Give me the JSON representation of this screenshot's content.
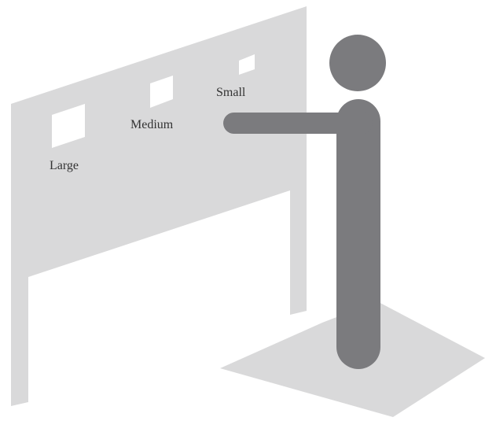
{
  "diagram": {
    "targets": [
      {
        "label": "Large",
        "size": "large"
      },
      {
        "label": "Medium",
        "size": "medium"
      },
      {
        "label": "Small",
        "size": "small"
      }
    ],
    "colors": {
      "wall": "#d9d9da",
      "floor": "#d9d9da",
      "figure": "#7b7b7e",
      "target": "#ffffff",
      "text": "#333333"
    }
  }
}
